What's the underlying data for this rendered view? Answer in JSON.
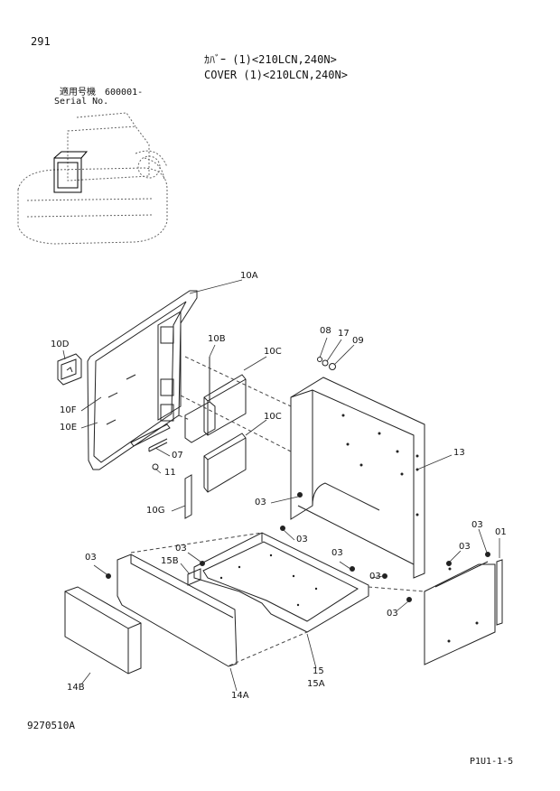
{
  "page": {
    "number": "291",
    "title_jp": "ｶﾊﾞｰ (1)<210LCN,240N>",
    "title_en": "COVER (1)<210LCN,240N>",
    "serial_label_jp": "適用号機",
    "serial_value": "600001-",
    "serial_label_en": "Serial No.",
    "doc_code": "9270510A",
    "page_code": "P1U1-1-5"
  },
  "callouts": {
    "c10A": "10A",
    "c10D": "10D",
    "c10B": "10B",
    "c10C_top": "10C",
    "c10C_mid": "10C",
    "c10F": "10F",
    "c10E": "10E",
    "c07": "07",
    "c11": "11",
    "c10G": "10G",
    "c08": "08",
    "c17": "17",
    "c09": "09",
    "c13": "13",
    "c03_a": "03",
    "c03_b": "03",
    "c03_c": "03",
    "c03_d": "03",
    "c03_e": "03",
    "c03_f": "03",
    "c03_g": "03",
    "c03_h": "03",
    "c03_i": "03",
    "c01": "01",
    "c15B": "15B",
    "c14B": "14B",
    "c14A": "14A",
    "c15": "15",
    "c15A": "15A"
  }
}
